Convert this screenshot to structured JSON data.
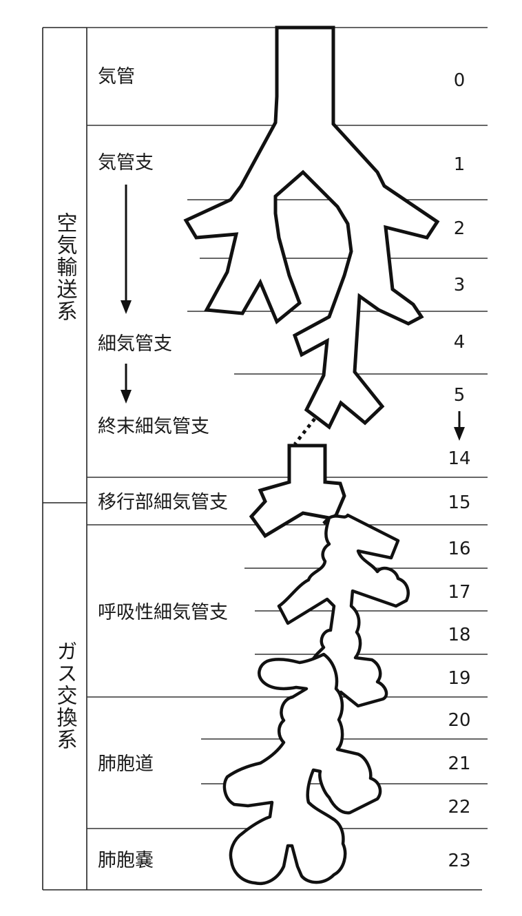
{
  "systems": [
    {
      "id": "air",
      "label": "空気輸送系"
    },
    {
      "id": "gas",
      "label": "ガス交換系"
    }
  ],
  "zones": [
    {
      "id": "trachea",
      "label": "気管"
    },
    {
      "id": "bronchi",
      "label": "気管支"
    },
    {
      "id": "bronchioles",
      "label": "細気管支"
    },
    {
      "id": "terminal",
      "label": "終末細気管支"
    },
    {
      "id": "transitional",
      "label": "移行部細気管支"
    },
    {
      "id": "respiratory",
      "label": "呼吸性細気管支"
    },
    {
      "id": "ducts",
      "label": "肺胞道"
    },
    {
      "id": "sacs",
      "label": "肺胞嚢"
    }
  ],
  "generations": [
    "0",
    "1",
    "2",
    "3",
    "4",
    "5",
    "14",
    "15",
    "16",
    "17",
    "18",
    "19",
    "20",
    "21",
    "22",
    "23"
  ]
}
